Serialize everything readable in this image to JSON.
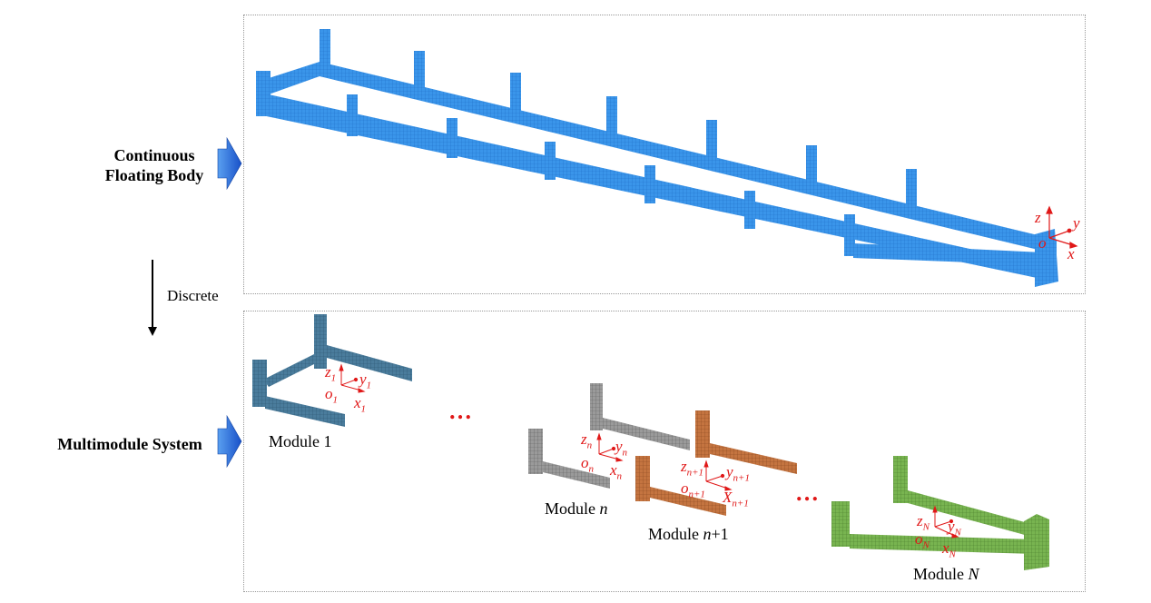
{
  "labels": {
    "continuous_line1": "Continuous",
    "continuous_line2": "Floating Body",
    "discrete": "Discrete",
    "multimodule": "Multimodule System",
    "module_1": "Module 1",
    "module_n_prefix": "Module ",
    "module_n_var": "n",
    "module_n1_prefix": "Module ",
    "module_n1_var": "n",
    "module_n1_suffix": "+1",
    "module_N_prefix": "Module ",
    "module_N_var": "N",
    "ellipsis": "…"
  },
  "axes": {
    "global": {
      "z": "z",
      "y": "y",
      "o": "o",
      "x": "x"
    },
    "m1": {
      "z": "z",
      "y": "y",
      "o": "o",
      "x": "x",
      "sub": "1"
    },
    "mn": {
      "z": "z",
      "y": "y",
      "o": "o",
      "x": "x",
      "sub": "n"
    },
    "mn1": {
      "z": "z",
      "y": "y",
      "o": "o",
      "X": "X",
      "sub": "n+1"
    },
    "mN": {
      "z": "z",
      "y": "y",
      "o": "o",
      "x": "x",
      "sub": "N"
    }
  },
  "colors": {
    "continuous_body": "#2f8fe8",
    "module_1": "#3d7090",
    "module_n": "#8a8a8a",
    "module_n1": "#b86838",
    "module_N": "#6faa48",
    "axis_red": "#e01818",
    "arrow_blue": "#2060d8"
  }
}
